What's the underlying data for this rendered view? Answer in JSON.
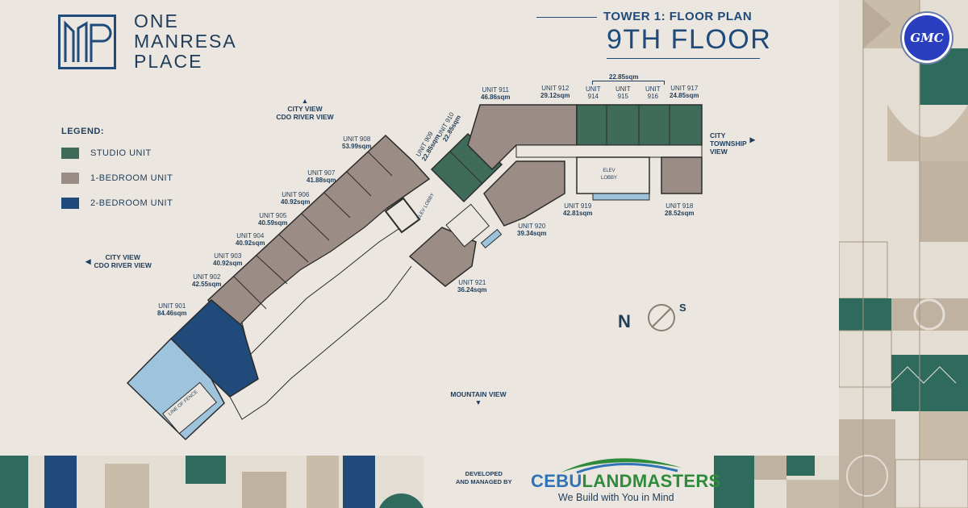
{
  "brand": {
    "line1": "ONE",
    "line2": "MANRESA",
    "line3": "PLACE"
  },
  "header": {
    "tower": "TOWER 1: FLOOR PLAN",
    "floor": "9TH FLOOR"
  },
  "legend": {
    "title": "LEGEND:",
    "items": [
      {
        "label": "STUDIO UNIT",
        "color": "#3f6b5a"
      },
      {
        "label": "1-BEDROOM UNIT",
        "color": "#9c8c86"
      },
      {
        "label": "2-BEDROOM UNIT",
        "color": "#1f4a7a"
      }
    ]
  },
  "views": {
    "north_line1": "CITY VIEW",
    "north_line2": "CDO RIVER VIEW",
    "west_line1": "CITY VIEW",
    "west_line2": "CDO RIVER VIEW",
    "east_line1": "CITY",
    "east_line2": "TOWNSHIP",
    "east_line3": "VIEW",
    "south": "MOUNTAIN VIEW"
  },
  "units": {
    "u901": {
      "name": "UNIT 901",
      "area": "84.46sqm"
    },
    "u902": {
      "name": "UNIT 902",
      "area": "42.55sqm"
    },
    "u903": {
      "name": "UNIT 903",
      "area": "40.92sqm"
    },
    "u904": {
      "name": "UNIT 904",
      "area": "40.92sqm"
    },
    "u905": {
      "name": "UNIT 905",
      "area": "40.59sqm"
    },
    "u906": {
      "name": "UNIT 906",
      "area": "40.92sqm"
    },
    "u907": {
      "name": "UNIT 907",
      "area": "41.88sqm"
    },
    "u908": {
      "name": "UNIT 908",
      "area": "53.99sqm"
    },
    "u909": {
      "name": "UNIT 909",
      "area": "22.85sqm"
    },
    "u910": {
      "name": "UNIT 910",
      "area": "22.85sqm"
    },
    "u911": {
      "name": "UNIT 911",
      "area": "46.86sqm"
    },
    "u912": {
      "name": "UNIT 912",
      "area": "29.12sqm"
    },
    "u914": {
      "name": "UNIT",
      "num": "914"
    },
    "u915": {
      "name": "UNIT",
      "num": "915"
    },
    "u916": {
      "name": "UNIT",
      "num": "916"
    },
    "u917": {
      "name": "UNIT 917",
      "area": "24.85sqm"
    },
    "shared_area": "22.85sqm",
    "u918": {
      "name": "UNIT 918",
      "area": "28.52sqm"
    },
    "u919": {
      "name": "UNIT 919",
      "area": "42.81sqm"
    },
    "u920": {
      "name": "UNIT 920",
      "area": "39.34sqm"
    },
    "u921": {
      "name": "UNIT 921",
      "area": "36.24sqm"
    }
  },
  "plan_text": {
    "elev_lobby": "ELEV LOBBY",
    "elev_lobby2": "ELEV LOBBY",
    "line_of_fence": "LINE OF FENCE"
  },
  "compass": {
    "n": "N",
    "s": "S"
  },
  "developer": {
    "line1": "DEVELOPED",
    "line2": "AND MANAGED BY",
    "name_a": "CEBU",
    "name_b": "LANDMASTERS",
    "tagline": "We Build with You in Mind"
  },
  "badge": "GMC",
  "colors": {
    "studio": "#3f6b5a",
    "one_bed": "#9c8c86",
    "two_bed": "#1f4a7a",
    "background": "#ebe6df",
    "pool": "#9ec3dc"
  }
}
